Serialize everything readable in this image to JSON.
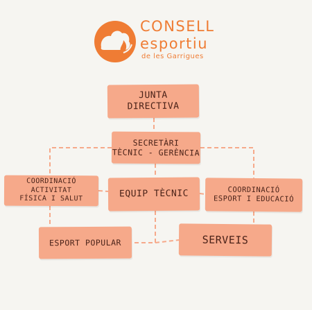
{
  "logo": {
    "line1": "CONSELL",
    "line2": "esportiu",
    "line3": "de les Garrigues"
  },
  "boxes": {
    "junta": "JUNTA\nDIRECTIVA",
    "secretari": "SECRETÀRI\nTÈCNIC - GERÈNCIA",
    "coord_activitat": "COORDINACIÓ ACTIVITAT\nFÍSICA I SALUT",
    "equip_tecnic": "EQUIP TÈCNIC",
    "coord_esport": "COORDINACIÓ\nESPORT I EDUCACIÓ",
    "esport_popular": "ESPORT POPULAR",
    "serveis": "SERVEIS"
  },
  "colors": {
    "accent": "#ef7c34",
    "box": "#f6a98a",
    "text": "#4a2218",
    "background": "#f6f5f1"
  }
}
